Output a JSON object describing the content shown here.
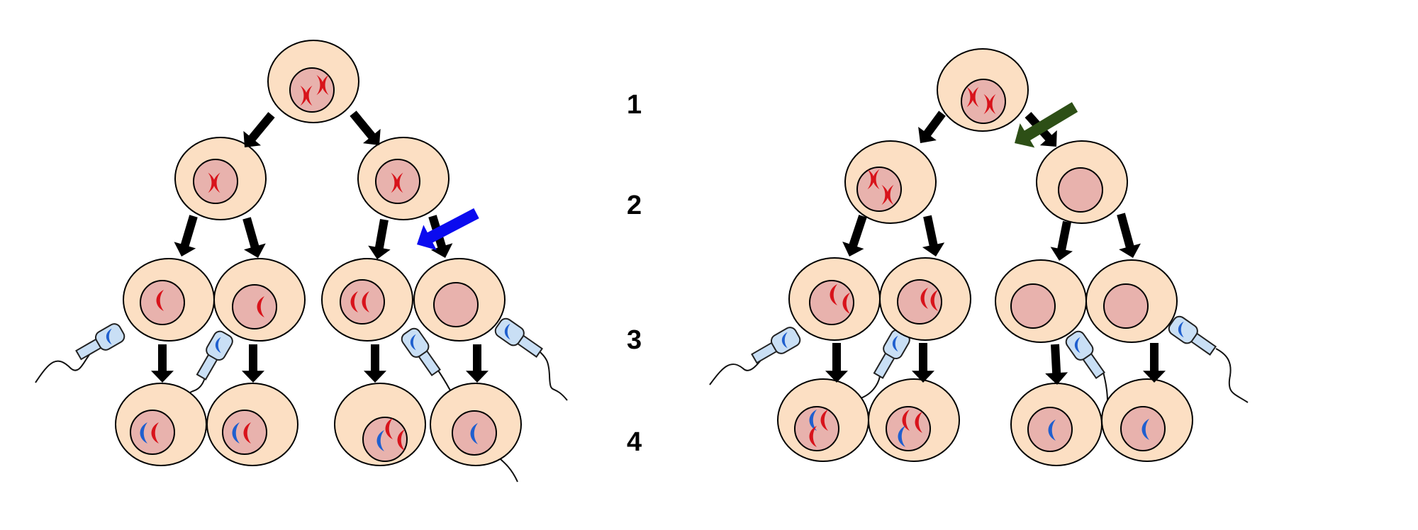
{
  "colors": {
    "cell_fill": "#fcdfc3",
    "nucleus_fill": "#e8b2ad",
    "outline": "#000000",
    "maternal_chromosome": "#d8131b",
    "paternal_chromosome": "#1f5fcf",
    "sperm_head": "#c9dff5",
    "process_arrow": "#000000",
    "highlight_arrow_left": "#0b0bef",
    "highlight_arrow_right": "#2d4f16"
  },
  "stage_labels": [
    "1",
    "2",
    "3",
    "4"
  ],
  "icons": {
    "cell": "cell-icon",
    "sperm": "sperm-icon",
    "chromosome": "chromosome-icon",
    "arrow": "arrow-icon"
  }
}
